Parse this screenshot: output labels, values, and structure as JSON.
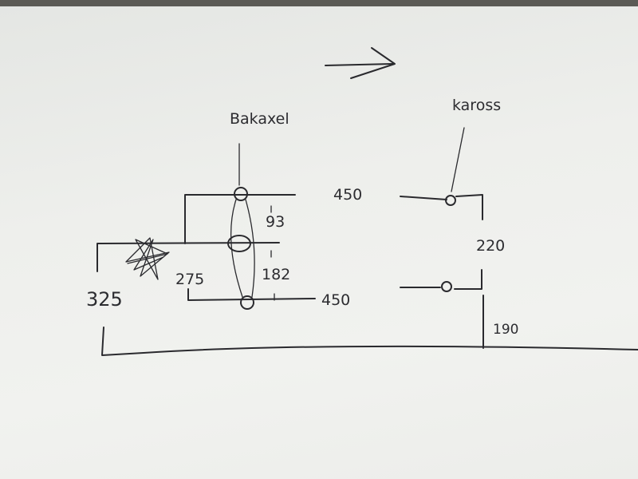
{
  "labels": {
    "axle": "Bakaxel",
    "body": "kaross"
  },
  "dimensions": {
    "top_right": "450",
    "bottom_right": "450",
    "upper_gap": "93",
    "lower_gap": "182",
    "left_inner": "275",
    "left_outer": "325",
    "right_vertical": "220",
    "bottom_vertical": "190"
  },
  "ink_color": "#2a2a2e"
}
